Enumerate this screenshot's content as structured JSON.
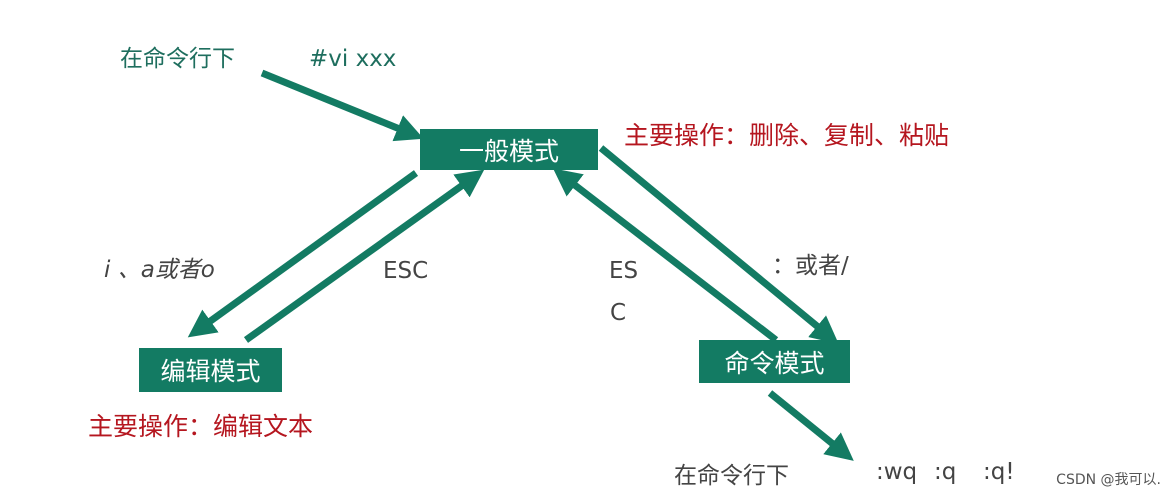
{
  "colors": {
    "teal": "#137b63",
    "teal_text": "#1e6e5e",
    "red": "#b5161f",
    "gray": "#444444"
  },
  "top": {
    "prefix": "在命令行下",
    "command": "#vi xxx"
  },
  "modes": {
    "normal": "一般模式",
    "edit": "编辑模式",
    "command": "命令模式"
  },
  "notes": {
    "normal_ops": "主要操作：删除、复制、粘贴",
    "edit_ops": "主要操作：编辑文本"
  },
  "transitions": {
    "to_edit": "i 、a或者o",
    "edit_to_normal": "ESC",
    "command_to_normal_line1": "ES",
    "command_to_normal_line2": "C",
    "to_command": "：或者/"
  },
  "bottom": {
    "prefix": "在命令行下",
    "commands": [
      ":wq",
      ":q",
      ":q!"
    ]
  },
  "watermark": "CSDN @我可以."
}
